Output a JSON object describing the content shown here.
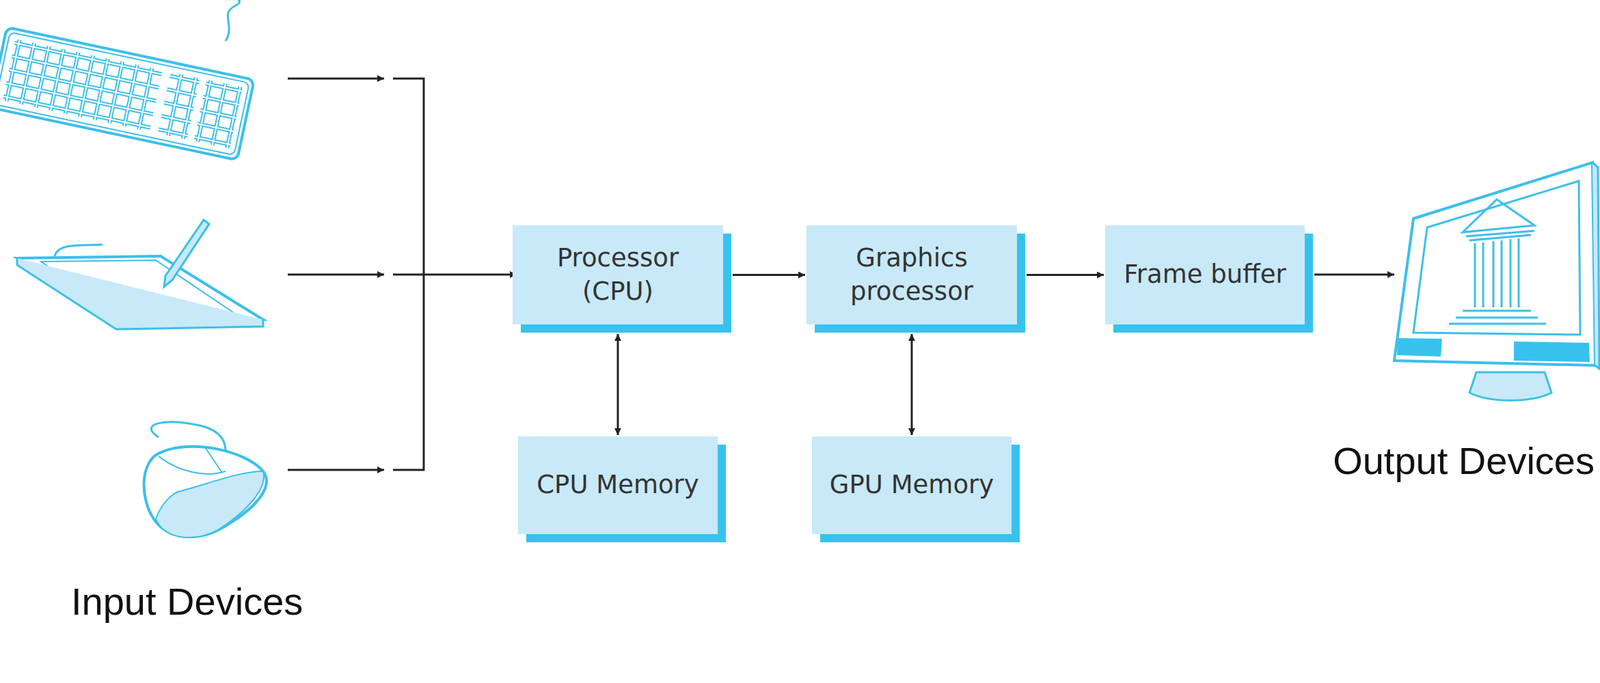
{
  "diagram": {
    "nodes": [
      {
        "text": [
          "Processor (CPU)"
        ]
      },
      {
        "text": [
          "Graphics processor"
        ]
      },
      {
        "text": [
          "Frame buffer"
        ]
      },
      {
        "text": [
          "CPU Memory"
        ]
      },
      {
        "text": [
          "GPU Memory"
        ]
      }
    ],
    "edges": [
      {
        "from": 0,
        "to": 1,
        "arrow": "to"
      },
      {
        "from": 1,
        "to": 2,
        "arrow": "to"
      },
      {
        "from": 0,
        "to": 3,
        "arrow": "both"
      },
      {
        "from": 1,
        "to": 4,
        "arrow": "both"
      }
    ],
    "labels": [
      "Input Devices",
      "Output Devices"
    ]
  }
}
